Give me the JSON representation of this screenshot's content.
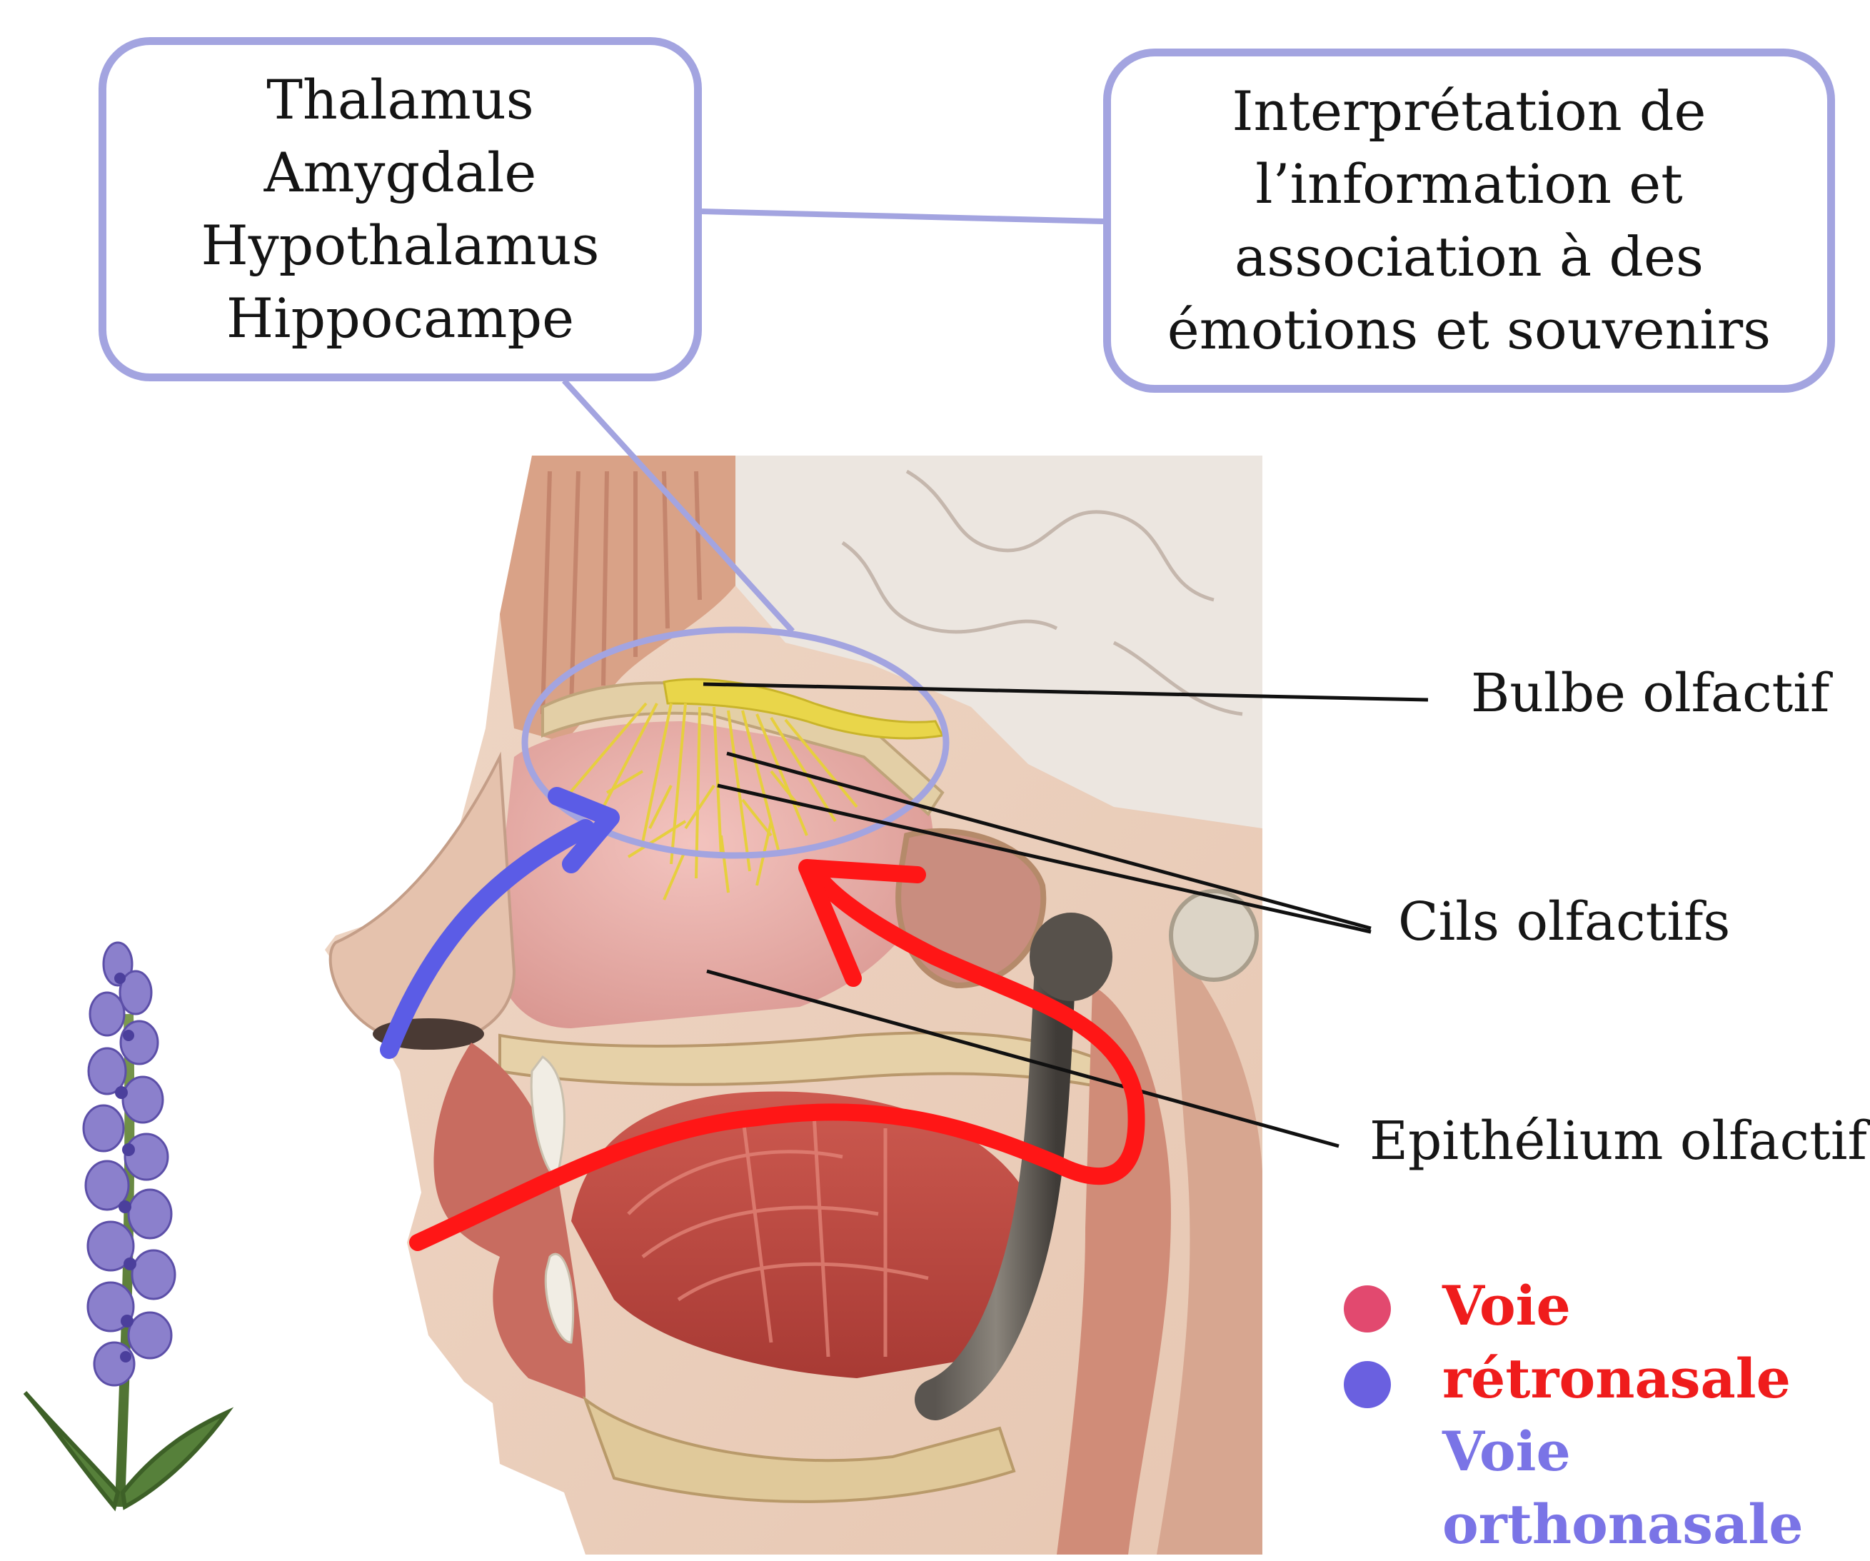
{
  "boxes": {
    "brain_regions": [
      "Thalamus",
      "Amygdale",
      "Hypothalamus",
      "Hippocampe"
    ],
    "interpretation": [
      "Interprétation de",
      "l’information et",
      "association à des",
      "émotions et souvenirs"
    ]
  },
  "labels": {
    "bulbe": "Bulbe olfactif",
    "cils": "Cils olfactifs",
    "epithelium": "Epithélium olfactif"
  },
  "legend": {
    "retronasale": {
      "lines": [
        "Voie",
        "rétronasale"
      ],
      "color": "#ef1c1c",
      "dot_color": "#e2496f"
    },
    "orthonasale": {
      "lines": [
        "Voie",
        "orthonasale"
      ],
      "color": "#7a74e6",
      "dot_color": "#6a60e0"
    }
  },
  "colors": {
    "box_border": "#a3a4e0",
    "orthonasal_arrow": "#5b5ce6",
    "retronasal_arrow": "#ff1616",
    "olfactory_nerve": "#e9d64a"
  },
  "illustrations": [
    "head-sagittal-section",
    "lavender-sprig"
  ]
}
